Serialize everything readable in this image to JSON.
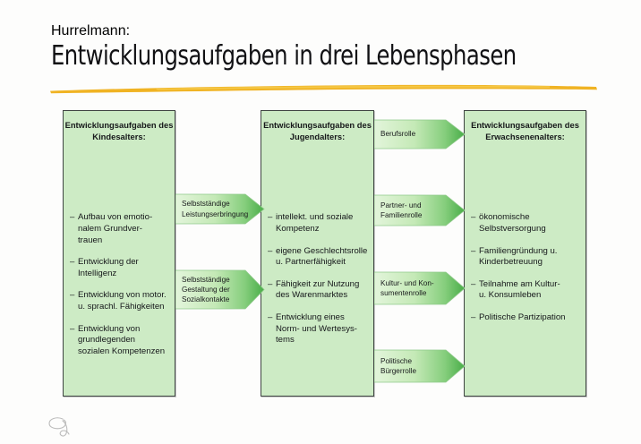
{
  "header": {
    "author": "Hurrelmann:",
    "title": "Entwicklungsaufgaben in drei Lebensphasen"
  },
  "colors": {
    "box_fill": "#cdebc5",
    "box_border": "#3f4442",
    "arrow_light": "#dcf2d3",
    "arrow_dark": "#54b554",
    "underline": "#f0b323",
    "text": "#15171a"
  },
  "diagram": {
    "type": "three-stage flow diagram",
    "columns": [
      {
        "id": "kindesalter",
        "heading": "Entwicklungsaufgaben\ndes\nKindesalters:",
        "items": [
          "Aufbau von emotio-\nnalem Grundver-\ntrauen",
          "Entwicklung der\nIntelligenz",
          "Entwicklung von motor.\nu. sprachl. Fähigkeiten",
          "Entwicklung von\ngrundlegenden\nsozialen Kompetenzen"
        ]
      },
      {
        "id": "jugendalter",
        "heading": "Entwicklungsaufgaben\ndes\nJugendalters:",
        "items": [
          "intellekt. und soziale\nKompetenz",
          "eigene Geschlechtsrolle\nu. Partnerfähigkeit",
          "Fähigkeit zur Nutzung\ndes Warenmarktes",
          "Entwicklung eines\nNorm- und Wertesys-\ntems"
        ]
      },
      {
        "id": "erwachsenenalter",
        "heading": "Entwicklungsaufgaben\ndes\nErwachsenenalters:",
        "items": [
          "ökonomische\nSelbstversorgung",
          "Familiengründung u.\nKinderbetreuung",
          "Teilnahme am Kultur-\nu. Konsumleben",
          "Politische Partizipation"
        ]
      }
    ],
    "arrows_stage1": [
      {
        "id": "leistungserbringung",
        "label": "Selbstständige\nLeistungserbringung"
      },
      {
        "id": "sozialkontakte",
        "label": "Selbstständige\nGestaltung der\nSozialkontakte"
      }
    ],
    "arrows_stage2": [
      {
        "id": "berufsrolle",
        "label": "Berufsrolle"
      },
      {
        "id": "partner-familienrolle",
        "label": "Partner- und\nFamilienrolle"
      },
      {
        "id": "kultur-konsumentenrolle",
        "label": "Kultur- und Kon-\nsumentenrolle"
      },
      {
        "id": "politische-buergerrolle",
        "label": "Politische\nBürgerrolle"
      }
    ]
  },
  "annotations": {
    "handwritten_mark": "handwritten-scribble"
  }
}
